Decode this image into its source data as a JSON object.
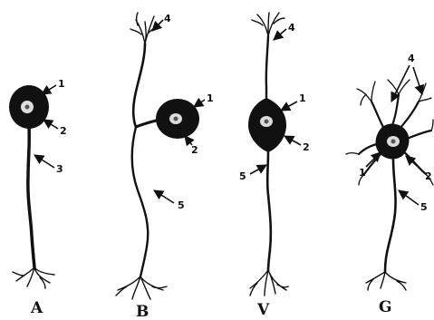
{
  "figure": {
    "panels": [
      {
        "id": "A",
        "caption": "A",
        "callouts": [
          "1",
          "2",
          "3"
        ]
      },
      {
        "id": "B",
        "caption": "B",
        "callouts": [
          "4",
          "1",
          "2",
          "5"
        ]
      },
      {
        "id": "V",
        "caption": "V",
        "callouts": [
          "4",
          "1",
          "2",
          "5"
        ]
      },
      {
        "id": "G",
        "caption": "G",
        "callouts": [
          "4",
          "1",
          "2",
          "5"
        ]
      }
    ]
  },
  "colors": {
    "ink": "#111111",
    "background": "#ffffff"
  }
}
